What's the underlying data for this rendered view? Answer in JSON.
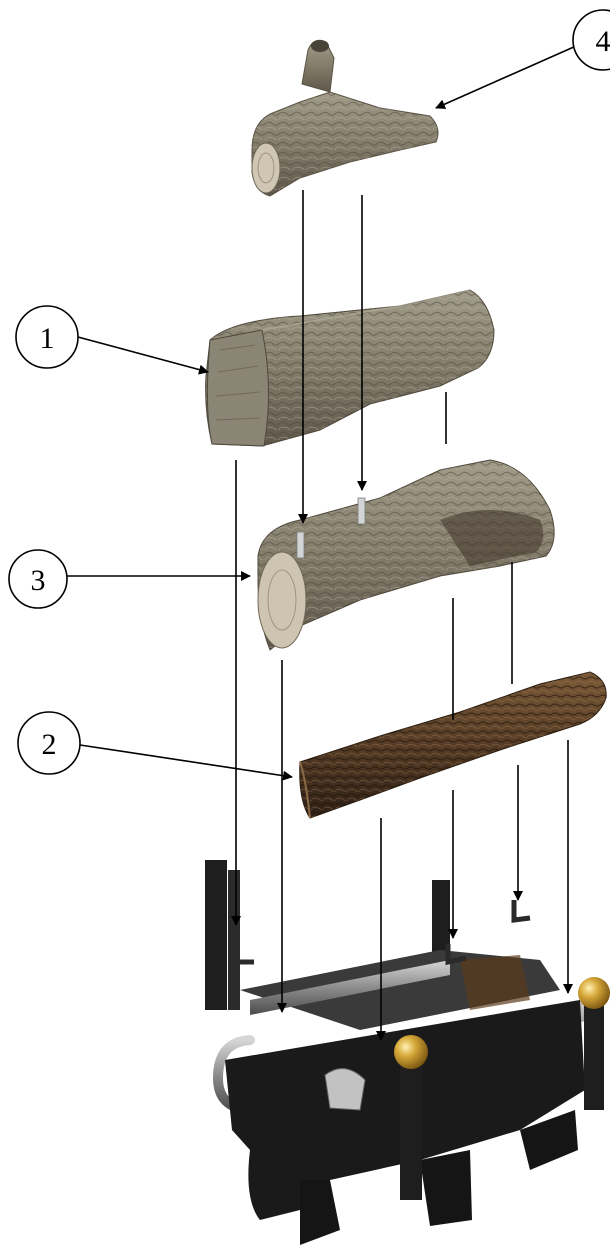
{
  "diagram": {
    "callouts": [
      {
        "id": "log-1",
        "label": "1"
      },
      {
        "id": "log-2",
        "label": "2"
      },
      {
        "id": "log-3",
        "label": "3"
      },
      {
        "id": "log-4",
        "label": "4"
      }
    ],
    "colors": {
      "log_bark": "#8a8474",
      "log_bark_dark": "#5a4a38",
      "log_charred": "#4a3420",
      "log_end_grain": "#c9c2b0",
      "grate_iron": "#1c1c1c",
      "burner_steel": "#9a9a9a",
      "brass": "#c79a2c",
      "arrow": "#000000"
    }
  }
}
